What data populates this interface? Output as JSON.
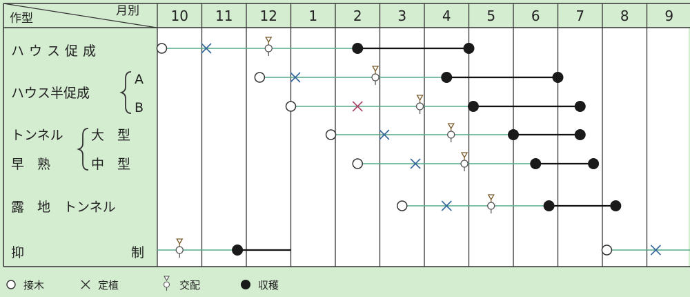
{
  "chart_data": {
    "type": "table",
    "header": {
      "corner_left": "作型",
      "corner_right": "月別"
    },
    "months": [
      "10",
      "11",
      "12",
      "1",
      "2",
      "3",
      "4",
      "5",
      "6",
      "7",
      "8",
      "9"
    ],
    "rows": [
      {
        "label": "ハウス促成",
        "events": [
          {
            "type": "graft",
            "month": 10.1
          },
          {
            "type": "plant",
            "month": 11.1
          },
          {
            "type": "pollinate",
            "month": 12.5
          },
          {
            "type": "harvest_start",
            "month": 2.5
          },
          {
            "type": "harvest_end",
            "month": 5.0
          }
        ]
      },
      {
        "label": "ハウス半促成 A",
        "events": [
          {
            "type": "graft",
            "month": 12.3
          },
          {
            "type": "plant",
            "month": 1.1
          },
          {
            "type": "pollinate",
            "month": 2.9
          },
          {
            "type": "harvest_start",
            "month": 4.5
          },
          {
            "type": "harvest_end",
            "month": 7.0
          }
        ]
      },
      {
        "label": "ハウス半促成 B",
        "events": [
          {
            "type": "graft",
            "month": 1.0
          },
          {
            "type": "plant",
            "month": 2.5
          },
          {
            "type": "pollinate",
            "month": 3.9
          },
          {
            "type": "harvest_start",
            "month": 5.1
          },
          {
            "type": "harvest_end",
            "month": 7.5
          }
        ]
      },
      {
        "label": "トンネル 大型",
        "events": [
          {
            "type": "graft",
            "month": 1.9
          },
          {
            "type": "plant",
            "month": 3.1
          },
          {
            "type": "pollinate",
            "month": 4.6
          },
          {
            "type": "harvest_start",
            "month": 6.0
          },
          {
            "type": "harvest_end",
            "month": 7.5
          }
        ]
      },
      {
        "label": "早熟 中型",
        "events": [
          {
            "type": "graft",
            "month": 2.5
          },
          {
            "type": "plant",
            "month": 3.8
          },
          {
            "type": "pollinate",
            "month": 4.9
          },
          {
            "type": "harvest_start",
            "month": 6.5
          },
          {
            "type": "harvest_end",
            "month": 7.8
          }
        ]
      },
      {
        "label": "露地トンネル",
        "events": [
          {
            "type": "graft",
            "month": 3.5
          },
          {
            "type": "plant",
            "month": 4.5
          },
          {
            "type": "pollinate",
            "month": 5.5
          },
          {
            "type": "harvest_start",
            "month": 6.8
          },
          {
            "type": "harvest_end",
            "month": 8.3
          }
        ]
      },
      {
        "label": "抑制",
        "events": [
          {
            "type": "pollinate",
            "month": 10.5
          },
          {
            "type": "harvest_start",
            "month": 11.8
          },
          {
            "type": "harvest_end",
            "month": 1.0
          },
          {
            "type": "graft",
            "month": 8.1
          },
          {
            "type": "plant",
            "month": 9.2
          }
        ]
      }
    ],
    "legend": [
      {
        "type": "graft",
        "label": "接木"
      },
      {
        "type": "plant",
        "label": "定植"
      },
      {
        "type": "pollinate",
        "label": "交配"
      },
      {
        "type": "harvest",
        "label": "収穫"
      }
    ],
    "colors": {
      "background": "#d4ecd0",
      "plot": "#ffffff",
      "grid": "#333333",
      "growth_line": "#55aa88",
      "plant_mark": "#336699",
      "pollinate_mark": "#997744",
      "harvest_line": "#111111"
    }
  },
  "labels": {
    "row_text": {
      "r0": "ハウス促成",
      "r1_main": "ハウス半促成",
      "r1_a": "A",
      "r1_b": "B",
      "r3_main": "トンネル",
      "r3_size": "大　型",
      "r4_main": "早　熟",
      "r4_size": "中　型",
      "r5": "露　地　トンネル",
      "r6_a": "抑",
      "r6_b": "制"
    }
  }
}
